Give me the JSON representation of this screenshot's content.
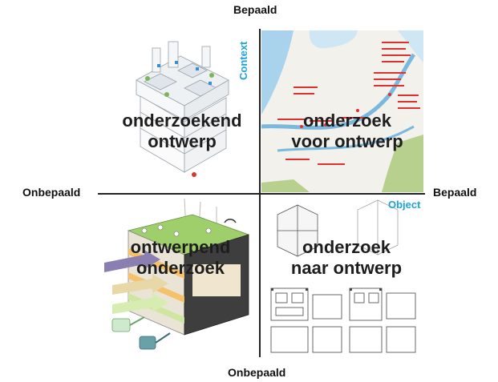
{
  "axes": {
    "top": "Bepaald",
    "bottom": "Onbepaald",
    "left": "Onbepaald",
    "right": "Bepaald"
  },
  "tags": {
    "context": "Context",
    "object": "Object"
  },
  "quadrants": {
    "top_left": {
      "line1": "onderzoekend",
      "line2": "ontwerp"
    },
    "top_right": {
      "line1": "onderzoek",
      "line2": "voor ontwerp"
    },
    "bottom_left": {
      "line1": "ontwerpend",
      "line2": "onderzoek"
    },
    "bottom_right": {
      "line1": "onderzoek",
      "line2": "naar ontwerp"
    }
  },
  "colors": {
    "tag": "#1aa3dc",
    "axis": "#222222",
    "map_water": "#a9d3ec",
    "map_land": "#f3f1ec",
    "map_green": "#b8d08e",
    "map_red": "#e03030",
    "green_roof": "#9fcf6a"
  }
}
